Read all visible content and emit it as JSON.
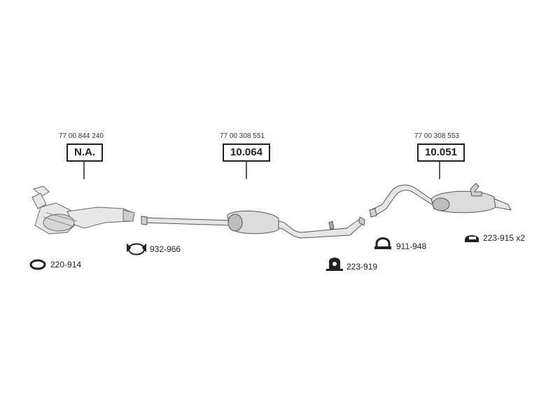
{
  "parts": [
    {
      "oe": "77 00 844 240",
      "ref": "N.A."
    },
    {
      "oe": "77 00 308 551",
      "ref": "10.064"
    },
    {
      "oe": "77 00 308 553",
      "ref": "10.051"
    }
  ],
  "accessories": {
    "gasket": "220-914",
    "clamp_ring": "932-966",
    "rubber_mount": "223-919",
    "u_clamp": "911-948",
    "hanger": "223-915 x2"
  }
}
